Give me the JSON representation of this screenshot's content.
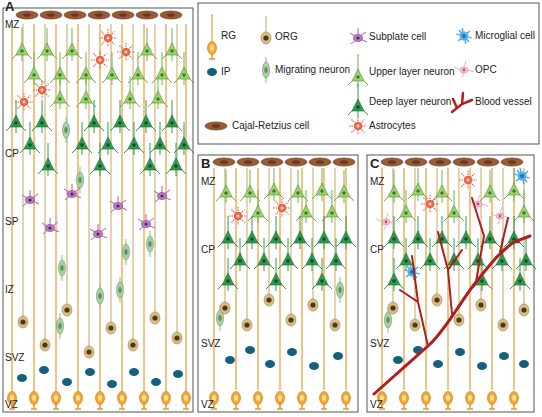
{
  "diagram": {
    "labels": [
      "A",
      "MZ",
      "CP",
      "SP",
      "IZ",
      "SVZ",
      "VZ",
      "B",
      "MZ",
      "CP",
      "SVZ",
      "VZ",
      "C",
      "MZ",
      "CP",
      "SVZ",
      "VZ"
    ],
    "legend": [
      {
        "text": "RG"
      },
      {
        "text": "ORG"
      },
      {
        "text": "Subplate cell"
      },
      {
        "text": "Microglial cell"
      },
      {
        "text": "IP"
      },
      {
        "text": "Migrating neuron"
      },
      {
        "text": "Upper layer neuron"
      },
      {
        "text": "OPC"
      },
      {
        "text": "Deep layer neuron"
      },
      {
        "text": "Blood vessel"
      },
      {
        "text": "Cajal-Retzius cell"
      },
      {
        "text": "Astrocytes"
      }
    ]
  }
}
